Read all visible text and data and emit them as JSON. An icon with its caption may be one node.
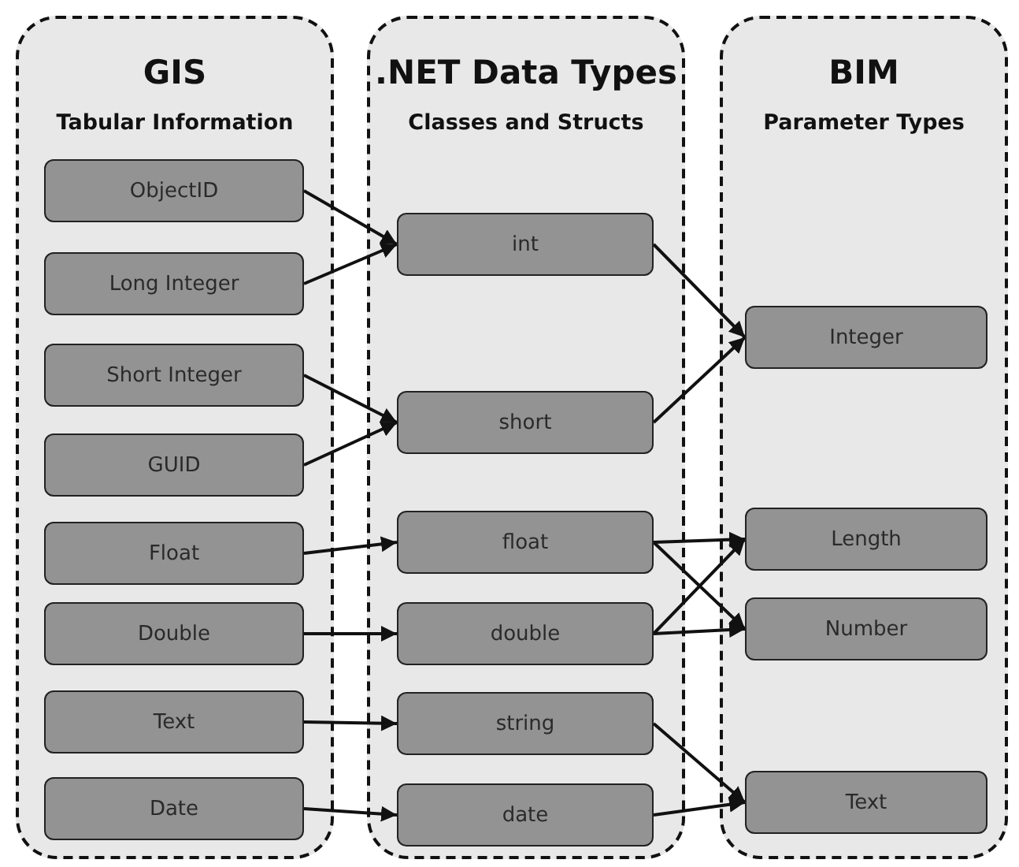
{
  "diagram": {
    "nodes": [
      {
        "text": [
          "GIS",
          "Tabular Information"
        ]
      },
      {
        "text": [
          "ObjectID"
        ],
        "in": 0
      },
      {
        "text": [
          "Long Integer"
        ],
        "in": 0
      },
      {
        "text": [
          "Short Integer"
        ],
        "in": 0
      },
      {
        "text": [
          "GUID"
        ],
        "in": 0
      },
      {
        "text": [
          "Float"
        ],
        "in": 0
      },
      {
        "text": [
          "Double"
        ],
        "in": 0
      },
      {
        "text": [
          "Text"
        ],
        "in": 0
      },
      {
        "text": [
          "Date"
        ],
        "in": 0
      },
      {
        "text": [
          ".NET Data Types",
          "Classes and Structs"
        ]
      },
      {
        "text": [
          "int"
        ],
        "in": 9
      },
      {
        "text": [
          "short"
        ],
        "in": 9
      },
      {
        "text": [
          "float"
        ],
        "in": 9
      },
      {
        "text": [
          "double"
        ],
        "in": 9
      },
      {
        "text": [
          "string"
        ],
        "in": 9
      },
      {
        "text": [
          "date"
        ],
        "in": 9
      },
      {
        "text": [
          "BIM",
          "Parameter Types"
        ]
      },
      {
        "text": [
          "Integer"
        ],
        "in": 16
      },
      {
        "text": [
          "Length"
        ],
        "in": 16
      },
      {
        "text": [
          "Number"
        ],
        "in": 16
      },
      {
        "text": [
          "Text"
        ],
        "in": 16
      }
    ],
    "edges": [
      {
        "from": 1,
        "to": 10,
        "arrow": "to"
      },
      {
        "from": 2,
        "to": 10,
        "arrow": "to"
      },
      {
        "from": 3,
        "to": 11,
        "arrow": "to"
      },
      {
        "from": 4,
        "to": 11,
        "arrow": "to"
      },
      {
        "from": 5,
        "to": 12,
        "arrow": "to"
      },
      {
        "from": 6,
        "to": 13,
        "arrow": "to"
      },
      {
        "from": 7,
        "to": 14,
        "arrow": "to"
      },
      {
        "from": 8,
        "to": 15,
        "arrow": "to"
      },
      {
        "from": 10,
        "to": 17,
        "arrow": "to"
      },
      {
        "from": 11,
        "to": 17,
        "arrow": "to"
      },
      {
        "from": 12,
        "to": 18,
        "arrow": "to"
      },
      {
        "from": 12,
        "to": 19,
        "arrow": "to"
      },
      {
        "from": 13,
        "to": 18,
        "arrow": "to"
      },
      {
        "from": 13,
        "to": 19,
        "arrow": "to"
      },
      {
        "from": 14,
        "to": 20,
        "arrow": "to"
      },
      {
        "from": 15,
        "to": 20,
        "arrow": "to"
      }
    ]
  }
}
